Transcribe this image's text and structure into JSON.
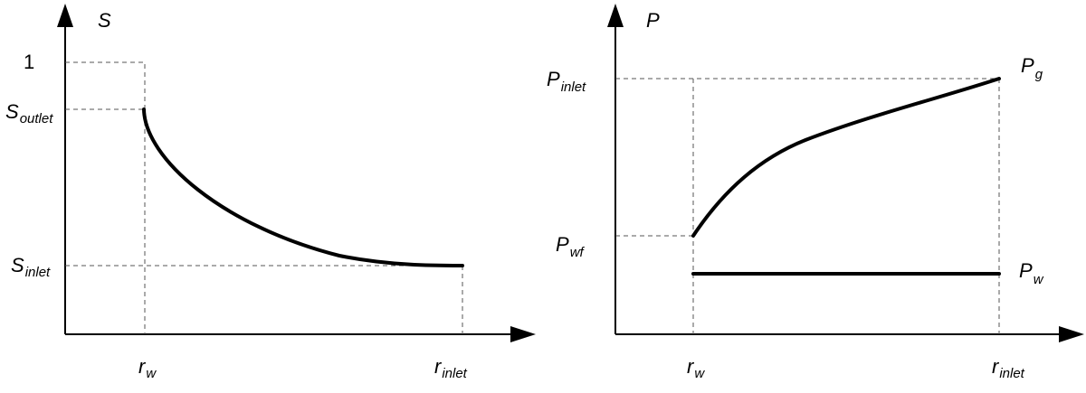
{
  "left_plot": {
    "y_axis_label": "S",
    "tick_one": "1",
    "s_outlet": {
      "main": "S",
      "sub": "outlet"
    },
    "s_inlet": {
      "main": "S",
      "sub": "inlet"
    },
    "r_w": {
      "main": "r",
      "sub": "w"
    },
    "r_inlet": {
      "main": "r",
      "sub": "inlet"
    }
  },
  "right_plot": {
    "y_axis_label": "P",
    "p_inlet": {
      "main": "P",
      "sub": "inlet"
    },
    "p_wf": {
      "main": "P",
      "sub": "wf"
    },
    "p_g": {
      "main": "P",
      "sub": "g"
    },
    "p_w": {
      "main": "P",
      "sub": "w"
    },
    "r_w": {
      "main": "r",
      "sub": "w"
    },
    "r_inlet": {
      "main": "r",
      "sub": "inlet"
    }
  }
}
